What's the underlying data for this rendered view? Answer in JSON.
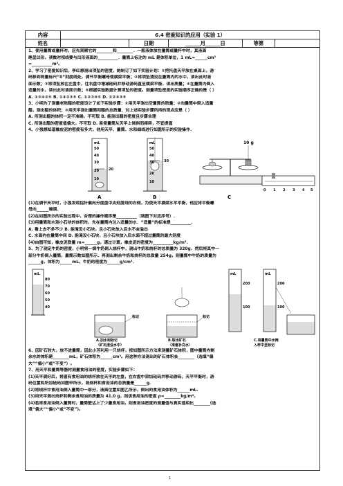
{
  "header": {
    "content_label": "内容",
    "content_value": "6.4 密度知识的应用（实验 1）",
    "name_label": "姓名",
    "date_label": "日期",
    "date_value": "______月______日",
    "grade_label": "等第"
  },
  "lines": [
    "1、使用量筒或量杯时，应先观察它的________和________．一般液体放在量筒或量杯中时，其液面",
    "略呈凹形，读数时视线要与凹形液面的__________．量筒上标注的 mL 是体积单位，1 mL=______cm³",
    "=__________m³。",
    "2、学习了密度知识后，李红想测出项坠的密度，她制订了如下实验计划：①把托盘天平放在桌面上，游",
    "码移到称量标尺“0”刻度线处，调节平衡螺母使横梁平衡；②将项坠浸没在量筒内的水中，读出此时液",
    "面示数；③将项坠放在左盘中，往右盘中增减砝码并移动游码直至横梁平衡，读出质量；④在量筒内倒入",
    "适量的水，读出此时液面示数；⑤根据实验数据计算项坠的密度。测量项坠密度的实验顺序正确的是（    ）",
    "    A. ①③④②⑤          B. ①④②③⑤          C. ①②③④⑤          D. ①②④③⑤",
    "3、小明为了测量老陈醋的密度设计了如下实验步骤：①用天平测出空量筒的质量；②向量筒中倒入适量",
    "醋，测出醋的体积；③用天平测出量筒和醋的总质量．对上述实验步骤所持的观点应是（    ）",
    "A. 所测出醋的体积一定不准确，不可取                B. 能测出醋的密度且步骤合理",
    "C. 所测出醋的密度值偏大，不可取                    D. 易使量筒从天平上倾斜而摔碎，不宜提倡",
    "4、小强想知道橡皮泥的密度有多大，他用天平、量筒、水和细线进行如图所示的实验操作．"
  ],
  "lines2": [
    "(1)在调节天平时，小强发现指针偏向分度盘中央刻度线的右侧，为使天平横梁水平平衡，他应将平衡螺",
    "母向______端调．",
    "(2)在如图所示的实验过程中，合理的操作顺序是__________（填图下对应序号）．",
    "(3)用量筒和水测小石块的体积时，先在量筒内注入适量的水．“适量”的标准是__________．",
    "A. 看上去不多不少                    B. 能淹没小石块，且小石块放入后水不会溢出",
    "C. 水面约在量筒中间                  D. 能淹没小石块，且小石块放入后水面不超过量筒的最大刻度",
    "(4)由图可知，橡皮泥质量 m=______g，通过计算，橡皮泥的密度为__________kg/m³．",
    "5、为了测定牛奶的密度，小明将一袋牛奶倒入烧杯中，测出牛奶和烧杯的总质量为 320g，然后将其中一",
    "部分牛奶倒入量筒，量筒示数如图所示．再测出剩余牛奶和烧杯的总质量 254g，则量筒中牛奶的质量为",
    "______g，体积为______mL，牛奶的密度为______g/cm³．"
  ],
  "lines3": [
    "6、因矿石较大，放不进量筒，因此小芳利用一只烧杯，按如图所示方法来测量矿石体积，图中量筒内剩",
    "余水的体积是________mL，矿石体积为______cm³。用这种方法测出的矿石体积会________（选填“偏",
    "大”“偏小”或“不变”）。",
    "7、用天平和量筒等器材测量食用油的密度，实验步骤如下：",
    "(1)天平调好后，将盛有食用油的烧杯放在天平的左盘，在右盘中添加砝码并移动游码，天平平衡时，游",
    "码位置和所加砝码如图甲所示，则烧杯和食用油的总质量是______g.",
    "(2)将烧杯中食用油倒入量筒中一部分，液面位置如图乙所示，倒出的食用油体积为______mL.",
    "(3)用天平测出烧杯和剩余食用油的质量为 41.0 g，则该食用油的密度 ρ=________kg/m³。",
    "(4)若将食用油倒入量筒时，量筒壁沾上了少量食用油，则食用油密度的测量值与真实值相比________(选",
    "填“偏大”“偏小”或“不变”)。"
  ],
  "figure4": {
    "labels": [
      "A",
      "B",
      "C"
    ],
    "cyl_a_marks": [
      "mL",
      "50",
      "40",
      "30",
      "20",
      "10"
    ],
    "cyl_a_level": "20",
    "cyl_b_marks": [
      "mL",
      "50",
      "40",
      "30",
      "20",
      "10"
    ],
    "cyl_b_level": "30",
    "weight_label": "10 g",
    "scale_ticks": [
      "0",
      "1",
      "2",
      "3",
      "4",
      "5"
    ]
  },
  "figure5": {
    "cyl_marks": [
      "mL",
      "80",
      "70",
      "60",
      "50",
      "40"
    ]
  },
  "figure6": {
    "mark_label": "标记",
    "cap_a": [
      "A.加水到标记",
      "（矿石浸没水中）"
    ],
    "cap_b": [
      "B.取出矿石",
      "（准备补充水）"
    ],
    "cap_c": [
      "C.将量筒中水倒",
      "入杯中至标记"
    ],
    "cyl1_marks": [
      "mL",
      "200",
      "100"
    ],
    "cyl2_marks": [
      "mL",
      "200",
      "100"
    ]
  },
  "page_number": "1"
}
